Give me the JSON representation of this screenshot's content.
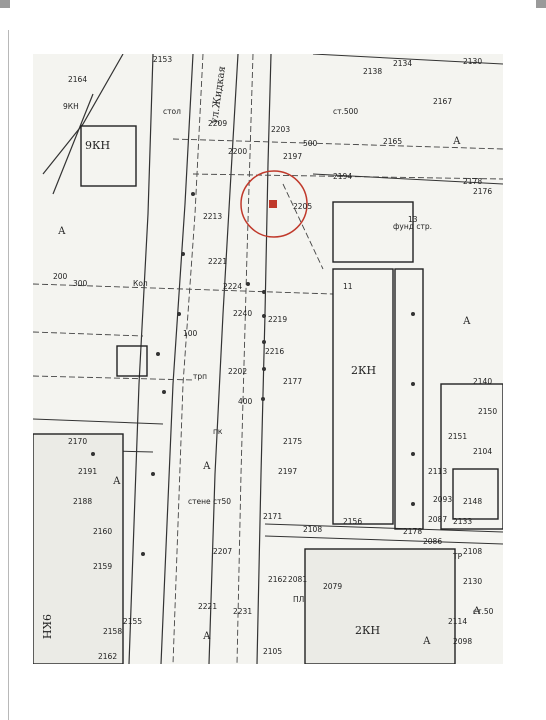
{
  "map": {
    "street_name": "ул.Жидкая",
    "blocks": [
      {
        "id": "b1",
        "label": "9КН"
      },
      {
        "id": "b2",
        "label": "2КН"
      },
      {
        "id": "b3",
        "label": "9КН"
      },
      {
        "id": "b4",
        "label": "2КН"
      }
    ],
    "area_labels": [
      "А",
      "А",
      "А",
      "А",
      "А",
      "А",
      "А",
      "А"
    ],
    "elevations": [
      "2153",
      "2138",
      "2134",
      "2130",
      "2167",
      "2165",
      "2164",
      "2209",
      "2203",
      "2197",
      "2205",
      "2200",
      "2194",
      "2178",
      "2176",
      "2213",
      "2221",
      "2224",
      "2240",
      "2219",
      "2216",
      "2202",
      "2177",
      "2175",
      "2197",
      "2171",
      "2170",
      "2191",
      "2188",
      "2160",
      "2159",
      "2158",
      "2162",
      "2155",
      "2207",
      "2221",
      "2231",
      "2162",
      "2081",
      "2079",
      "2105",
      "2156",
      "2178",
      "2108",
      "2113",
      "2093",
      "2087",
      "2104",
      "2086",
      "2114",
      "2098",
      "2108",
      "2130",
      "2140",
      "2150",
      "2151",
      "2148",
      "2133"
    ],
    "annotations": [
      "500",
      "Кол",
      "фунд стр.",
      "11",
      "13",
      "200",
      "300",
      "100",
      "400",
      "стол",
      "трп",
      "ПЛ",
      "ст.500",
      "ст.50",
      "ТР",
      "стене ст50",
      "пк",
      "9КН"
    ],
    "marker_colour": "#c0392b",
    "circle_colour": "#c0392b"
  }
}
